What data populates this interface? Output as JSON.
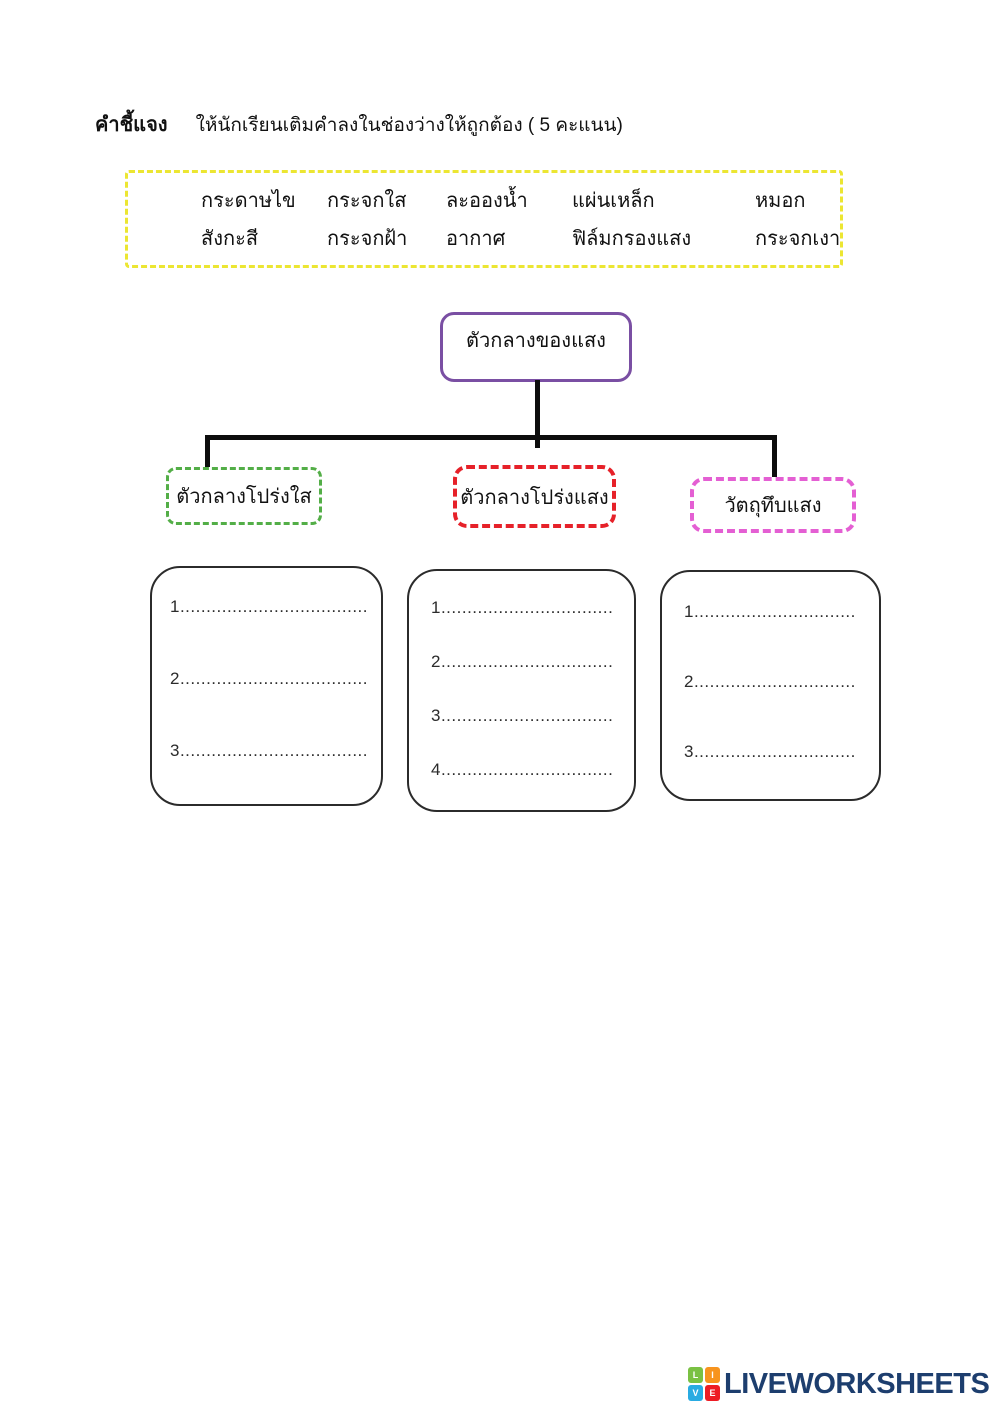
{
  "header": {
    "label": "คำชี้แจง",
    "instruction": "ให้นักเรียนเติมคำลงในช่องว่างให้ถูกต้อง  ( 5 คะแนน)"
  },
  "word_bank": {
    "border_color": "#ece632",
    "row1": [
      "กระดาษไข",
      "กระจกใส",
      "ละอองน้ำ",
      "แผ่นเหล็ก",
      "หมอก"
    ],
    "row2": [
      "สังกะสี",
      "กระจกฝ้า",
      "อากาศ",
      "ฟิล์มกรองแสง",
      "กระจกเงา"
    ]
  },
  "diagram": {
    "root_label": "ตัวกลางของแสง",
    "root_border_color": "#7a4fa3",
    "branch1": {
      "label": "ตัวกลางโปร่งใส",
      "border_color": "#53ae47"
    },
    "branch2": {
      "label": "ตัวกลางโปร่งแสง",
      "border_color": "#e62129"
    },
    "branch3": {
      "label": "วัตถุทึบแสง",
      "border_color": "#e45fd3"
    }
  },
  "answer_boxes": {
    "box1": {
      "lines": [
        "1....................................",
        "2....................................",
        "3...................................."
      ]
    },
    "box2": {
      "lines": [
        "1.................................",
        "2.................................",
        "3.................................",
        "4................................."
      ]
    },
    "box3": {
      "lines": [
        "1...............................",
        "2...............................",
        "3..............................."
      ]
    }
  },
  "footer": {
    "brand": "LIVEWORKSHEETS",
    "brand_color": "#1d3e6e",
    "icon_letters": {
      "tl": "L",
      "tr": "I",
      "bl": "V",
      "br": "E"
    },
    "icon_colors": {
      "tl": "#7ac143",
      "tr": "#f7941e",
      "bl": "#29abe2",
      "br": "#ed1c24"
    }
  }
}
